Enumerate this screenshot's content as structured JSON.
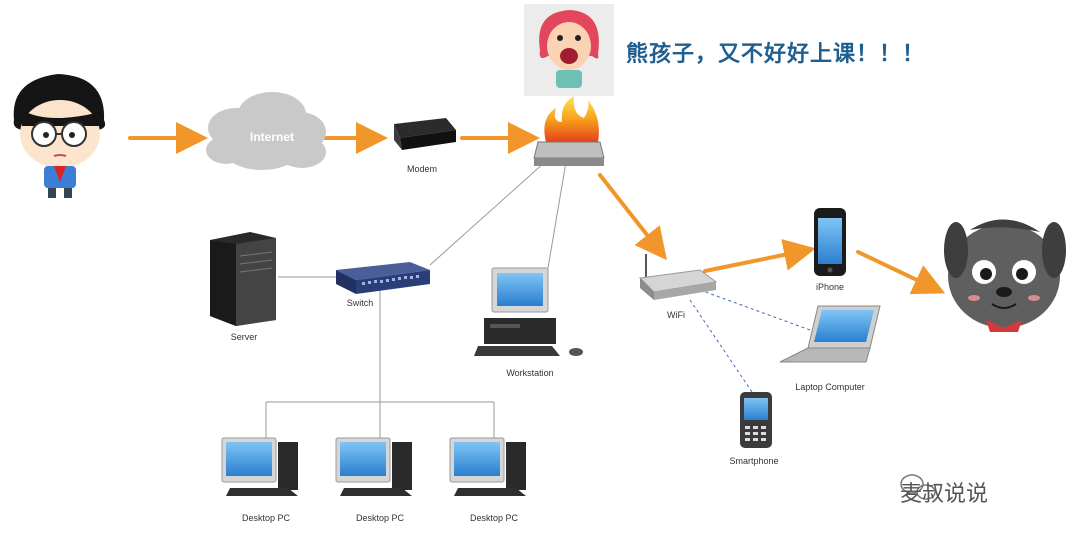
{
  "caption": "熊孩子，又不好好上课！！！",
  "watermark": "麦叔说说",
  "nodes": {
    "internet": "Internet",
    "modem": "Modem",
    "switch": "Switch",
    "server": "Server",
    "workstation": "Workstation",
    "wifi": "WiFi",
    "iphone": "iPhone",
    "laptop": "Laptop Computer",
    "smartphone": "Smartphone",
    "desktops": [
      "Desktop PC",
      "Desktop PC",
      "Desktop PC"
    ]
  },
  "colors": {
    "arrow": "#f0962a",
    "link": "#8a8a8a",
    "shout_text": "#1f5f8f"
  }
}
